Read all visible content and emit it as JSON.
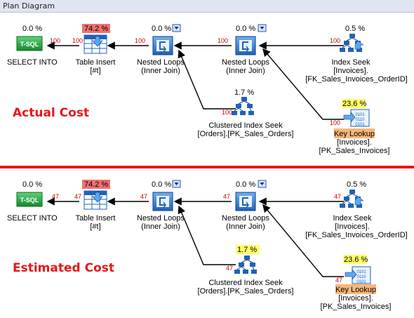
{
  "window": {
    "title": "Plan Diagram"
  },
  "panels": [
    {
      "heading": "Actual Cost",
      "rows": "100",
      "nodes": {
        "select": {
          "pct": "0.0 %",
          "label": "SELECT INTO",
          "icon_text": "T-SQL"
        },
        "insert": {
          "pct": "74.2 %",
          "label1": "Table Insert",
          "label2": "[#t]"
        },
        "nl1": {
          "pct": "0.0 %",
          "label1": "Nested Loops",
          "label2": "(Inner Join)"
        },
        "nl2": {
          "pct": "0.0 %",
          "label1": "Nested Loops",
          "label2": "(Inner Join)"
        },
        "seek": {
          "pct": "0.5 %",
          "label1": "Index Seek",
          "label2": "[Invoices].",
          "label3": "[FK_Sales_Invoices_OrderID]"
        },
        "cis": {
          "pct": "1.7 %",
          "label1": "Clustered Index Seek",
          "label2": "[Orders].[PK_Sales_Orders]"
        },
        "key": {
          "pct": "23.6 %",
          "label1": "Key Lookup",
          "label2": "[Invoices].",
          "label3": "[PK_Sales_Invoices]"
        }
      }
    },
    {
      "heading": "Estimated Cost",
      "rows": "47",
      "nodes": {
        "select": {
          "pct": "0.0 %",
          "label": "SELECT INTO",
          "icon_text": "T-SQL"
        },
        "insert": {
          "pct": "74.2 %",
          "label1": "Table Insert",
          "label2": "[#t]"
        },
        "nl1": {
          "pct": "0.0 %",
          "label1": "Nested Loops",
          "label2": "(Inner Join)"
        },
        "nl2": {
          "pct": "0.0 %",
          "label1": "Nested Loops",
          "label2": "(Inner Join)"
        },
        "seek": {
          "pct": "0.5 %",
          "label1": "Index Seek",
          "label2": "[Invoices].",
          "label3": "[FK_Sales_Invoices_OrderID]"
        },
        "cis": {
          "pct": "1.7 %",
          "label1": "Clustered Index Seek",
          "label2": "[Orders].[PK_Sales_Orders]"
        },
        "key": {
          "pct": "23.6 %",
          "label1": "Key Lookup",
          "label2": "[Invoices].",
          "label3": "[PK_Sales_Invoices]"
        }
      }
    }
  ],
  "colors": {
    "heading": "#e8161b",
    "divider": "#e8161b",
    "edge": "#000000",
    "rows_label": "#cc0000",
    "high_cost_bg": "#f07070",
    "mid_cost_bg": "#ffff66",
    "key_lookup_highlight": "#f7b77a",
    "icon_blue": "#1f62b8",
    "tsql_green": "#19a337"
  }
}
